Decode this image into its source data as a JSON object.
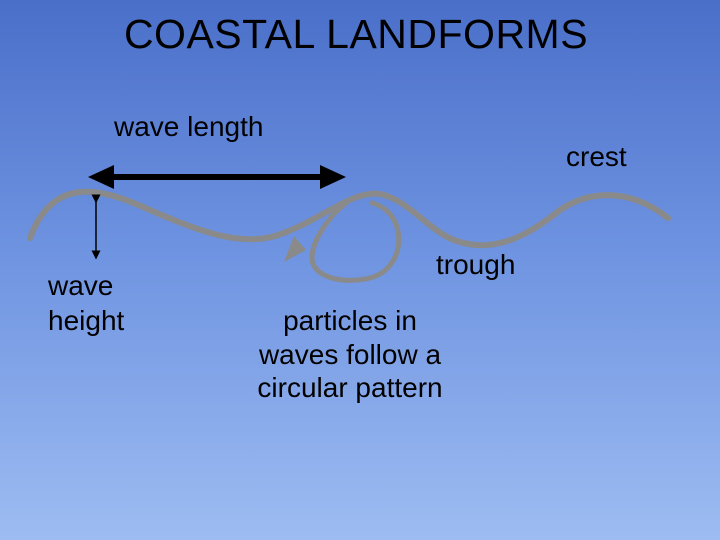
{
  "title": "COASTAL  LANDFORMS",
  "labels": {
    "wave_length": "wave length",
    "crest": "crest",
    "trough": "trough",
    "wave_height": "wave\nheight",
    "particles": "particles in\nwaves follow a\ncircular pattern"
  },
  "colors": {
    "wave_line": "#8a8a8a",
    "arrow": "#000000",
    "background_top": "#4a6fc9",
    "background_bottom": "#9dbcf2"
  }
}
